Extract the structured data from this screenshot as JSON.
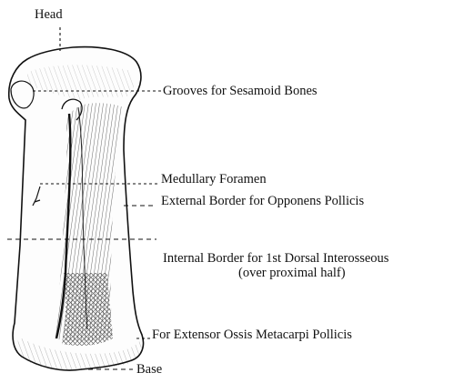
{
  "figure": {
    "labels": {
      "head": "Head",
      "grooves": "Grooves for Sesamoid Bones",
      "medullary": "Medullary Foramen",
      "external_border": "External Border for Opponens Pollicis",
      "internal_border_line1": "Internal Border for 1st Dorsal Interosseous",
      "internal_border_line2": "(over proximal half)",
      "extensor": "For Extensor Ossis Metacarpi Pollicis",
      "base": "Base"
    }
  }
}
